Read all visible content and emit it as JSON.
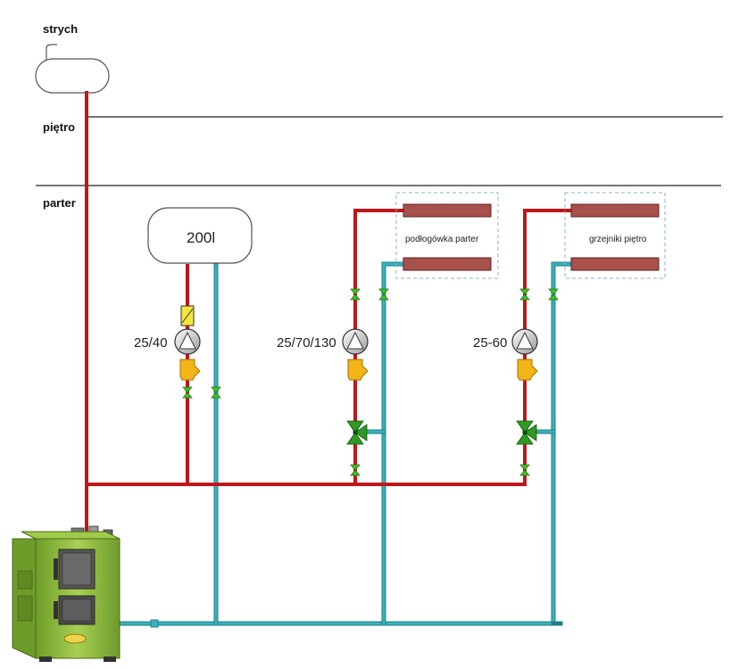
{
  "floors": {
    "attic": "strych",
    "first_floor": "piętro",
    "ground_floor": "parter"
  },
  "tank": {
    "label": "200l"
  },
  "pumps": [
    {
      "label": "25/40"
    },
    {
      "label": "25/70/130"
    },
    {
      "label": "25-60"
    }
  ],
  "circuits": [
    {
      "label": "podłogówka parter"
    },
    {
      "label": "grzejniki piętro"
    }
  ],
  "colors": {
    "supply_pipe": "#c0161b",
    "return_pipe": "#38b2bd",
    "valve": "#3fbf2a",
    "mixing_valve": "#1a7a1a",
    "filter": "#f2b416",
    "check_valve": "#f3e53a",
    "radiator": "#a8504c",
    "boiler": "#8fbf3c"
  },
  "icons": [
    "expansion-tank-icon",
    "hot-water-tank-icon",
    "pump-icon",
    "ball-valve-icon",
    "strainer-icon",
    "check-valve-icon",
    "three-way-mixing-valve-icon",
    "radiator-icon",
    "boiler-icon"
  ]
}
